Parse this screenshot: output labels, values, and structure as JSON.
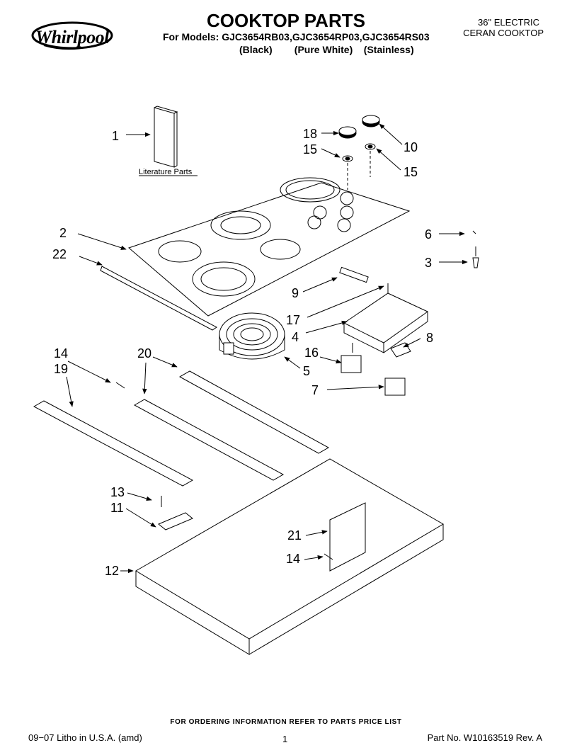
{
  "header": {
    "brand": "Whirlpool",
    "title": "COOKTOP PARTS",
    "models_line": "For Models: GJC3654RB03,GJC3654RP03,GJC3654RS03",
    "variants_line": "(Black)        (Pure White)    (Stainless)",
    "product_line1": "36\" ELECTRIC",
    "product_line2": "CERAN COOKTOP"
  },
  "diagram": {
    "literature_label": "Literature Parts",
    "callouts": {
      "c1": "1",
      "c18": "18",
      "c15a": "15",
      "c10": "10",
      "c15b": "15",
      "c2": "2",
      "c22": "22",
      "c6": "6",
      "c3": "3",
      "c9": "9",
      "c17": "17",
      "c4": "4",
      "c8": "8",
      "c16": "16",
      "c5": "5",
      "c7": "7",
      "c14a": "14",
      "c19": "19",
      "c20": "20",
      "c13": "13",
      "c11": "11",
      "c21": "21",
      "c14b": "14",
      "c12": "12"
    }
  },
  "footer": {
    "order_note": "FOR ORDERING INFORMATION REFER TO PARTS PRICE LIST",
    "litho": "09−07 Litho in U.S.A. (amd)",
    "page_number": "1",
    "part_number": "Part No. W10163519 Rev. A"
  }
}
